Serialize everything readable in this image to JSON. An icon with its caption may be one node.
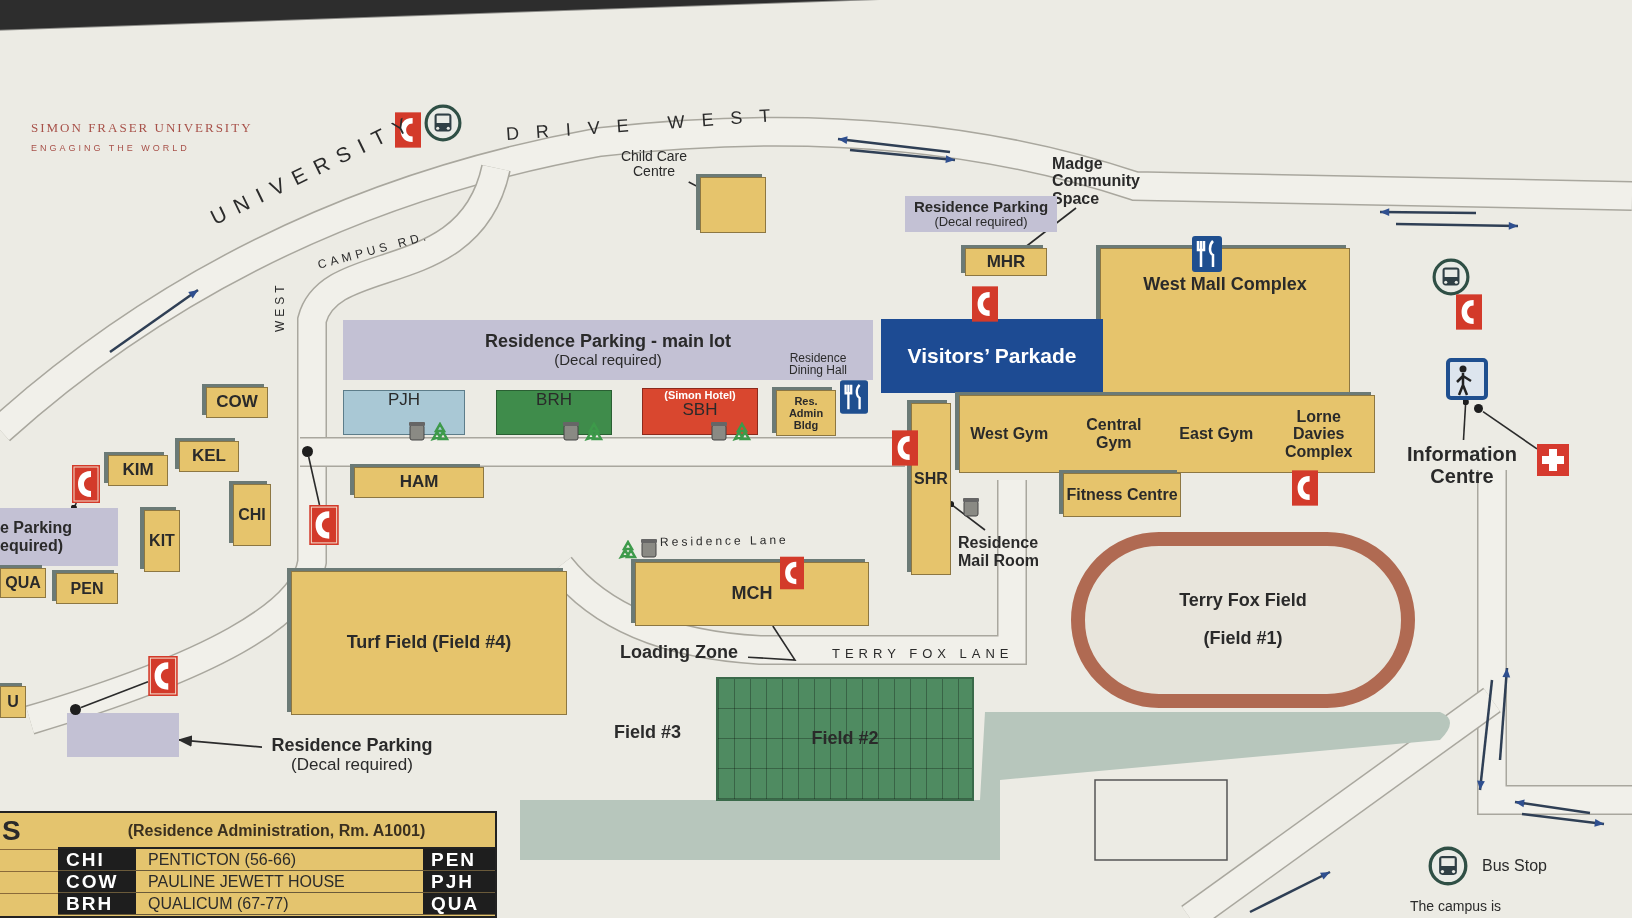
{
  "diagram": {
    "nodes": [
      {
        "text": [
          "Child Care Centre"
        ]
      },
      {
        "text": [],
        "shape": "box"
      },
      {
        "text": [
          "Madge Community Space"
        ]
      },
      {
        "text": [
          "Residence Parking",
          "(Decal required)"
        ]
      },
      {
        "text": [
          "MHR"
        ]
      },
      {
        "text": [
          "West Mall Complex"
        ]
      },
      {
        "text": [
          "Residence Parking - main lot",
          "(Decal required)"
        ]
      },
      {
        "text": [
          "Visitors’ Parkade"
        ]
      },
      {
        "text": [
          "PJH"
        ]
      },
      {
        "text": [
          "BRH"
        ]
      },
      {
        "text": [
          "(Simon Hotel)",
          "SBH"
        ]
      },
      {
        "text": [
          "Res. Admin Bldg"
        ]
      },
      {
        "text": [
          "COW"
        ]
      },
      {
        "text": [
          "KEL"
        ]
      },
      {
        "text": [
          "KIM"
        ]
      },
      {
        "text": [
          "HAM"
        ]
      },
      {
        "text": [
          "CHI"
        ]
      },
      {
        "text": [
          "KIT"
        ]
      },
      {
        "text": [
          "West Gym",
          "Central Gym",
          "East Gym",
          "Lorne Davies Complex"
        ]
      },
      {
        "text": [
          "Fitness Centre"
        ]
      },
      {
        "text": [
          "SHR"
        ]
      },
      {
        "text": [
          "Residence Mail Room"
        ]
      },
      {
        "text": [
          "Information Centre"
        ]
      },
      {
        "text": [],
        "shape": "picture"
      },
      {
        "text": [],
        "shape": "picture"
      },
      {
        "text": [
          "e Parking equired)"
        ]
      },
      {
        "text": [
          "QUA"
        ]
      },
      {
        "text": [
          "PEN"
        ]
      },
      {
        "text": [],
        "shape": "picture"
      },
      {
        "text": [],
        "shape": "picture"
      },
      {
        "text": [
          "U"
        ]
      },
      {
        "text": [
          "Turf Field (Field #4)"
        ]
      },
      {
        "text": [
          "MCH"
        ]
      },
      {
        "text": [
          "Loading Zone"
        ]
      },
      {
        "text": [
          "Terry Fox Field",
          "(Field #1)"
        ]
      },
      {
        "text": [
          "Field #2"
        ]
      },
      {
        "text": [],
        "shape": "picture"
      },
      {
        "text": [
          "Residence Parking",
          "(Decal required)"
        ]
      },
      {
        "text": [],
        "shape": "box"
      },
      {
        "text": [],
        "shape": "circle"
      },
      {
        "text": [],
        "shape": "circle"
      },
      {
        "text": [],
        "shape": "circle"
      }
    ],
    "edges": [
      {
        "from": 0,
        "to": 1,
        "arrow": "other"
      },
      {
        "from": 2,
        "to": 4,
        "arrow": "other"
      },
      {
        "from": 21,
        "to": 20,
        "arrow": "other"
      },
      {
        "from": 22,
        "to": 23,
        "arrow": "other"
      },
      {
        "from": 24,
        "to": 41,
        "arrow": "none"
      },
      {
        "from": 29,
        "to": 25,
        "arrow": "other"
      },
      {
        "from": 28,
        "to": 39,
        "arrow": "none"
      },
      {
        "from": 36,
        "to": 40,
        "arrow": "none"
      },
      {
        "from": 33,
        "to": 32,
        "arrow": "none"
      },
      {
        "from": 37,
        "to": 38,
        "arrow": "to"
      }
    ],
    "labels": [
      "SIMON FRASER UNIVERSITY",
      "ENGAGING THE WORLD",
      "UNIVERSITY",
      "DRIVE WEST",
      "CAMPUS RD.",
      "WEST",
      "Residence Lane",
      "TERRY FOX LANE",
      "Field #3",
      "S",
      "(Residence Administration, Rm. A1001)",
      "CHI",
      "PENTICTON (56-66)",
      "PEN",
      "COW",
      "PAULINE JEWETT HOUSE",
      "PJH",
      "BRH",
      "QUALICUM (67-77)",
      "QUA",
      "The campus is",
      "Residence Dining Hall"
    ],
    "legend": [
      {
        "text": "Bus Stop"
      }
    ]
  }
}
